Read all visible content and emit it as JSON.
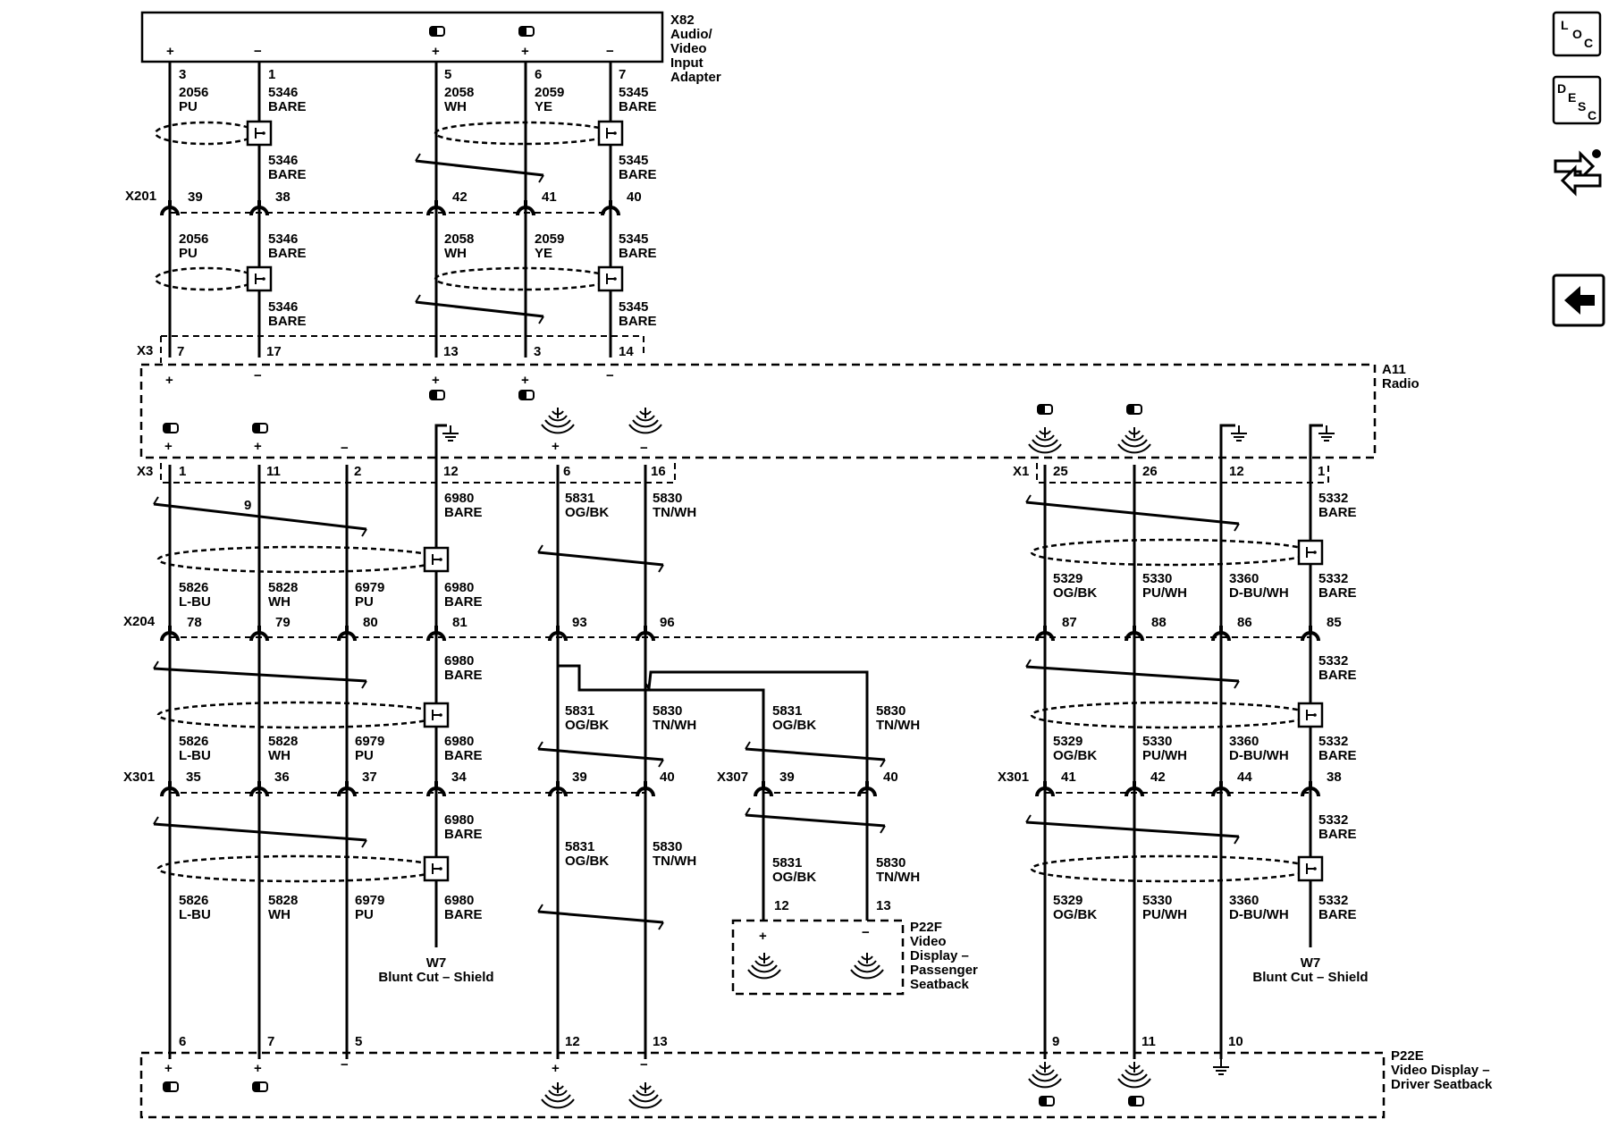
{
  "components": {
    "x82": [
      "X82",
      "Audio/",
      "Video",
      "Input",
      "Adapter"
    ],
    "a11": [
      "A11",
      "Radio"
    ],
    "p22f": [
      "P22F",
      "Video",
      "Display –",
      "Passenger",
      "Seatback"
    ],
    "p22e": [
      "P22E",
      "Video Display –",
      "Driver Seatback"
    ],
    "w7_left": [
      "W7",
      "Blunt Cut – Shield"
    ],
    "w7_right": [
      "W7",
      "Blunt Cut – Shield"
    ]
  },
  "connectors": {
    "x201": "X201",
    "x3_top": "X3",
    "x3_bottom": "X3",
    "x1": "X1",
    "x204": "X204",
    "x301_left": "X301",
    "x307": "X307",
    "x301_right": "X301"
  },
  "polarity": {
    "plus": "+",
    "minus": "−"
  },
  "pins": {
    "x82": [
      "3",
      "1",
      "5",
      "6",
      "7"
    ],
    "x201": [
      "39",
      "38",
      "42",
      "41",
      "40"
    ],
    "x3_top": [
      "7",
      "17",
      "13",
      "3",
      "14"
    ],
    "x3_bottom": [
      "1",
      "11",
      "2",
      "12",
      "6",
      "16"
    ],
    "twist_label": "9",
    "x1": [
      "25",
      "26",
      "12",
      "1"
    ],
    "x204_left": [
      "78",
      "79",
      "80",
      "81",
      "93",
      "96"
    ],
    "x204_right": [
      "87",
      "88",
      "86",
      "85"
    ],
    "x301_left": [
      "35",
      "36",
      "37",
      "34",
      "39",
      "40"
    ],
    "x307": [
      "39",
      "40"
    ],
    "x301_right": [
      "41",
      "42",
      "44",
      "38"
    ],
    "p22f": [
      "12",
      "13"
    ],
    "p22e_left": [
      "6",
      "7",
      "5",
      "12",
      "13"
    ],
    "p22e_right": [
      "9",
      "11",
      "10"
    ]
  },
  "wires": {
    "x82_x201": [
      [
        "2056",
        "PU"
      ],
      [
        "5346",
        "BARE"
      ],
      [
        "2058",
        "WH"
      ],
      [
        "2059",
        "YE"
      ],
      [
        "5345",
        "BARE"
      ],
      [
        "5346",
        "BARE"
      ],
      [
        "5345",
        "BARE"
      ]
    ],
    "x201_x3": [
      [
        "2056",
        "PU"
      ],
      [
        "5346",
        "BARE"
      ],
      [
        "2058",
        "WH"
      ],
      [
        "2059",
        "YE"
      ],
      [
        "5345",
        "BARE"
      ],
      [
        "5346",
        "BARE"
      ],
      [
        "5345",
        "BARE"
      ]
    ],
    "x3_x204_left": [
      [
        "6980",
        "BARE"
      ],
      [
        "5831",
        "OG/BK"
      ],
      [
        "5830",
        "TN/WH"
      ],
      [
        "5826",
        "L-BU"
      ],
      [
        "5828",
        "WH"
      ],
      [
        "6979",
        "PU"
      ],
      [
        "6980",
        "BARE"
      ]
    ],
    "x1_x204_right": [
      [
        "5332",
        "BARE"
      ],
      [
        "5329",
        "OG/BK"
      ],
      [
        "5330",
        "PU/WH"
      ],
      [
        "3360",
        "D-BU/WH"
      ],
      [
        "5332",
        "BARE"
      ]
    ],
    "x204_x301_left": [
      [
        "6980",
        "BARE"
      ],
      [
        "5831",
        "OG/BK"
      ],
      [
        "5830",
        "TN/WH"
      ],
      [
        "5831",
        "OG/BK"
      ],
      [
        "5830",
        "TN/WH"
      ],
      [
        "5826",
        "L-BU"
      ],
      [
        "5828",
        "WH"
      ],
      [
        "6979",
        "PU"
      ],
      [
        "6980",
        "BARE"
      ]
    ],
    "x204_x301_right": [
      [
        "5332",
        "BARE"
      ],
      [
        "5329",
        "OG/BK"
      ],
      [
        "5330",
        "PU/WH"
      ],
      [
        "3360",
        "D-BU/WH"
      ],
      [
        "5332",
        "BARE"
      ]
    ],
    "x301_p22e_left": [
      [
        "6980",
        "BARE"
      ],
      [
        "5831",
        "OG/BK"
      ],
      [
        "5830",
        "TN/WH"
      ],
      [
        "5826",
        "L-BU"
      ],
      [
        "5828",
        "WH"
      ],
      [
        "6979",
        "PU"
      ],
      [
        "6980",
        "BARE"
      ]
    ],
    "x307_p22f": [
      [
        "5831",
        "OG/BK"
      ],
      [
        "5830",
        "TN/WH"
      ]
    ],
    "x301_p22e_right": [
      [
        "5332",
        "BARE"
      ],
      [
        "5329",
        "OG/BK"
      ],
      [
        "5330",
        "PU/WH"
      ],
      [
        "3360",
        "D-BU/WH"
      ],
      [
        "5332",
        "BARE"
      ]
    ]
  },
  "nav": {
    "loc": [
      "L",
      "O",
      "C"
    ],
    "desc": [
      "D",
      "E",
      "S",
      "C"
    ],
    "icons": [
      "loc-icon",
      "desc-icon",
      "connector-views-icon",
      "back-arrow-icon"
    ]
  }
}
